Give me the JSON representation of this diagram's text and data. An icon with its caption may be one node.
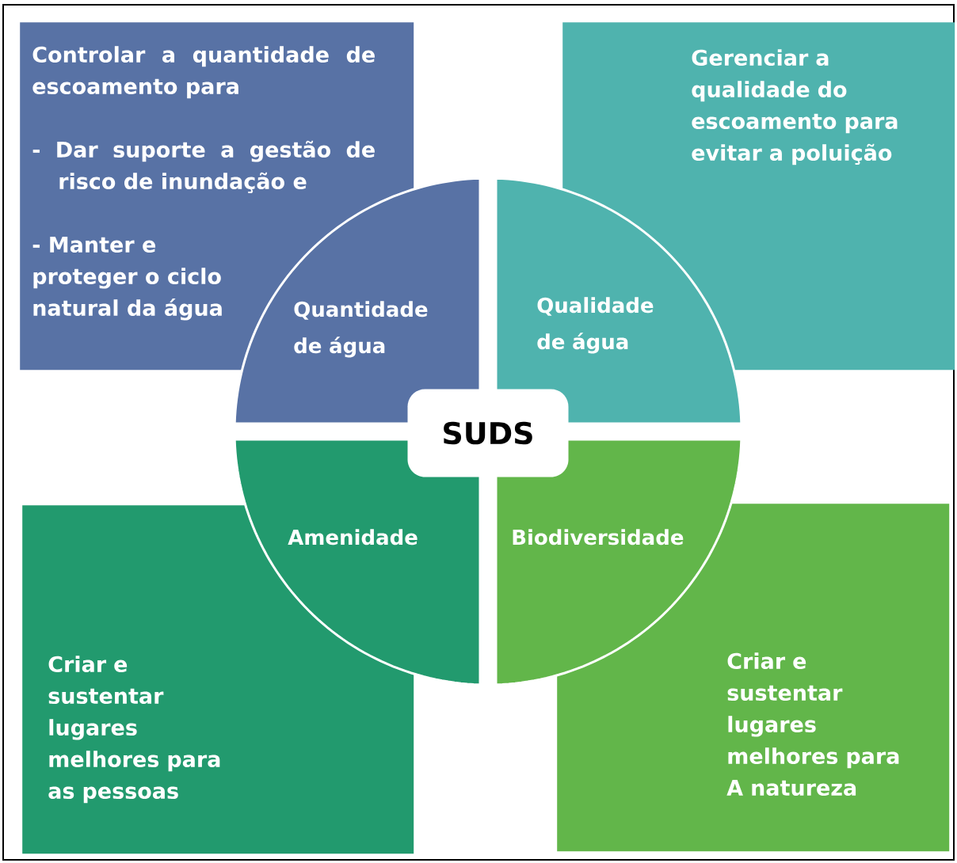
{
  "diagram": {
    "nodes": [
      {
        "text": [
          "Controlar a quantidade de escoamento para",
          "- Dar suporte a gestão de risco de inundação e",
          "- Manter e proteger o ciclo natural da água"
        ]
      },
      {
        "text": [
          "Gerenciar a qualidade do escoamento para evitar a poluição"
        ]
      },
      {
        "text": [
          "Criar e sustentar lugares melhores para as pessoas"
        ]
      },
      {
        "text": [
          "Criar e sustentar lugares melhores para A natureza"
        ]
      },
      {
        "text": [
          "Quantidade de água"
        ]
      },
      {
        "text": [
          "Qualidade de água"
        ]
      },
      {
        "text": [
          "Amenidade"
        ]
      },
      {
        "text": [
          "Biodiversidade"
        ]
      },
      {
        "text": [
          "SUDS"
        ]
      }
    ]
  }
}
